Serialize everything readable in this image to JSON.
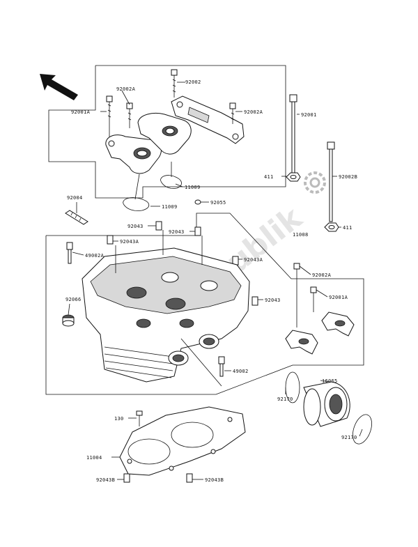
{
  "watermark": "PartsRepublik",
  "labels": {
    "l92002a_top": "92002A",
    "l92002": "92002",
    "l92001a_top": "92001A",
    "l92002a_right": "92002A",
    "l92001": "92001",
    "l411_top": "411",
    "l92002b": "92002B",
    "l11009_a": "11009",
    "l11009_b": "11009",
    "l92004": "92004",
    "l92055": "92055",
    "l411_bottom": "411",
    "l92043_a": "92043",
    "l92043_b": "92043",
    "l11008": "11008",
    "l92043a_left": "92043A",
    "l49002a": "49002A",
    "l92043a_right": "92043A",
    "l92002a_lower": "92002A",
    "l92066": "92066",
    "l92043_c": "92043",
    "l92001a_lower": "92001A",
    "l49002": "49002",
    "l16065": "16065",
    "l92170_a": "92170",
    "l130": "130",
    "l92170_b": "92170",
    "l11004": "11004",
    "l92043b_left": "92043B",
    "l92043b_right": "92043B"
  }
}
